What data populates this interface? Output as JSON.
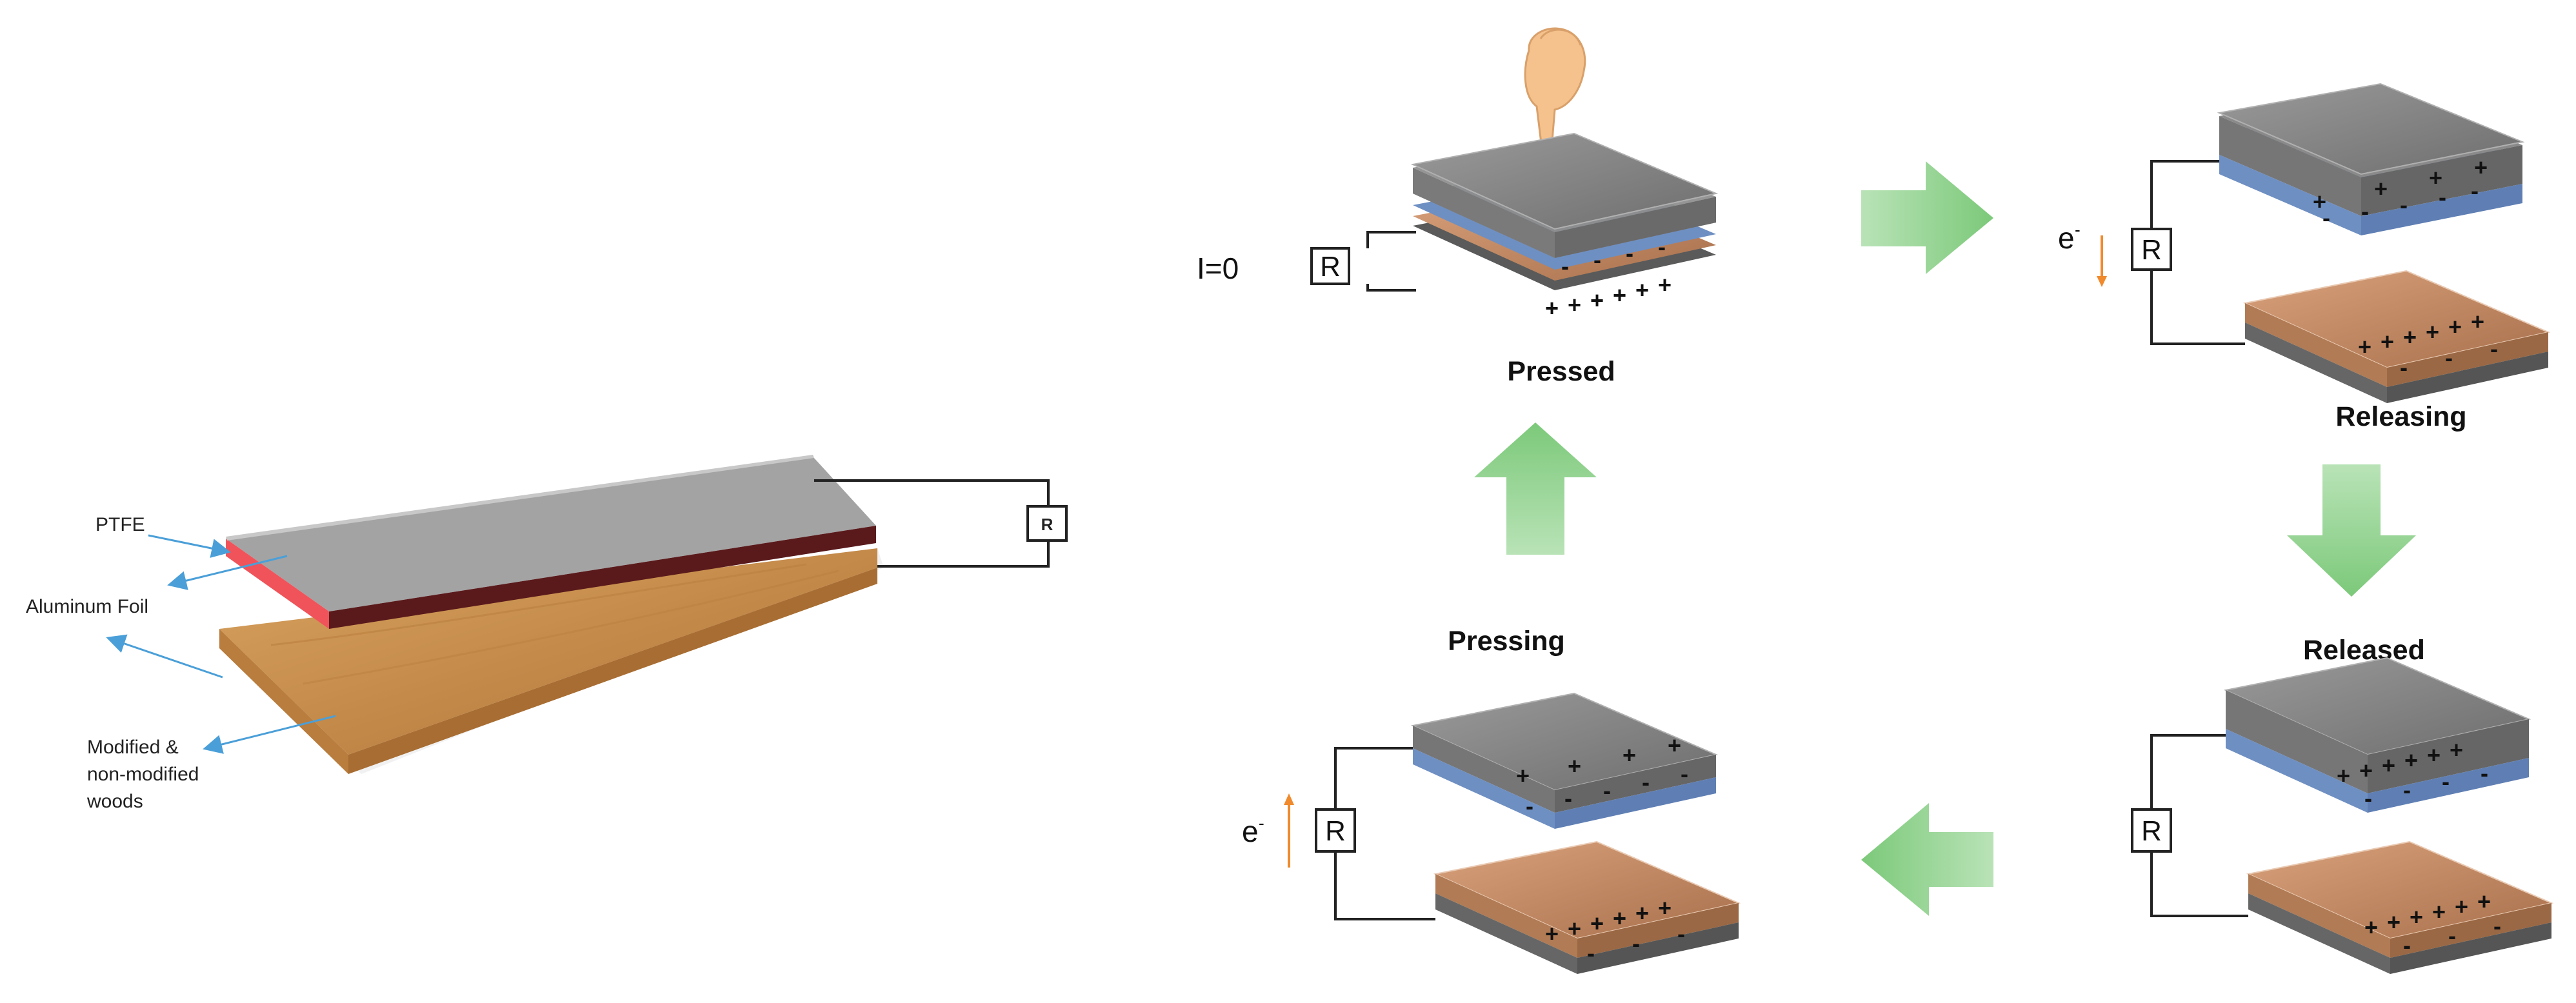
{
  "device": {
    "labels": {
      "ptfe": "PTFE",
      "aluminum": "Aluminum Foil",
      "wood_line1": "Modified &",
      "wood_line2": "non-modified",
      "wood_line3": "woods"
    },
    "resistor": "R"
  },
  "cycle": {
    "pressed": {
      "label": "Pressed",
      "current": "I=0",
      "resistor": "R"
    },
    "releasing": {
      "label": "Releasing",
      "electron": "e",
      "electron_sup": "-",
      "resistor": "R"
    },
    "released": {
      "label": "Released",
      "resistor": "R"
    },
    "pressing": {
      "label": "Pressing",
      "electron": "e",
      "electron_sup": "-",
      "resistor": "R"
    }
  },
  "signs": {
    "plus": "+",
    "minus": "-"
  },
  "colors": {
    "ptfe": "#f0535a",
    "foil": "#9a9a9a",
    "wood": "#c99255",
    "arrow": "#8fd18f",
    "electron_arrow": "#f08a2c",
    "leader": "#4a9fd8"
  }
}
